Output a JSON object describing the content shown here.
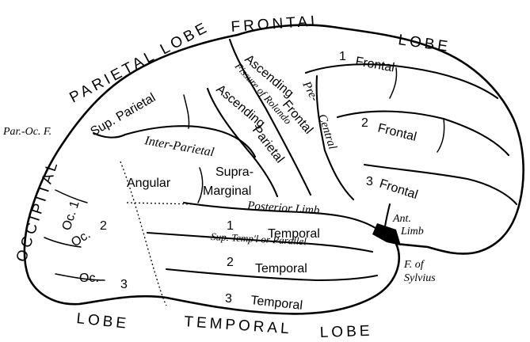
{
  "lobes": {
    "frontal": [
      "FRONTAL",
      "LOBE"
    ],
    "parietal": "PARIETAL LOBE",
    "occipital": "OCCIPITAL",
    "occipital_lobe_word": "LOBE",
    "temporal": [
      "TEMPORAL",
      "LOBE"
    ]
  },
  "gyri": {
    "frontal_1": [
      "1",
      "Frontal"
    ],
    "frontal_2": [
      "2",
      "Frontal"
    ],
    "frontal_3": [
      "3",
      "Frontal"
    ],
    "ascending_frontal": [
      "Ascending",
      "Frontal"
    ],
    "ascending_parietal": [
      "Ascending",
      "Parietal"
    ],
    "sup_parietal": "Sup. Parietal",
    "angular": "Angular",
    "supra_marginal": [
      "Supra-",
      "Marginal"
    ],
    "temporal_1": [
      "1",
      "Temporal"
    ],
    "temporal_2": [
      "2",
      "Temporal"
    ],
    "temporal_3": [
      "3",
      "Temporal"
    ],
    "oc_1": "Oc. 1",
    "oc_2": [
      "Oc.",
      "2"
    ],
    "oc_3": [
      "Oc.",
      "3"
    ]
  },
  "fissures": {
    "rolando": "Fissure of Rolando",
    "pre_central": [
      "Pre-",
      "Central"
    ],
    "inter_parietal": "Inter-Parietal",
    "posterior_limb": "Posterior Limb",
    "anterior_limb": [
      "Ant.",
      "Limb"
    ],
    "sup_temporal_parallel": "Sup. Temp'l or Parallel",
    "sylvius": [
      "F. of",
      "Sylvius"
    ],
    "par_oc": "Par.-Oc. F."
  }
}
